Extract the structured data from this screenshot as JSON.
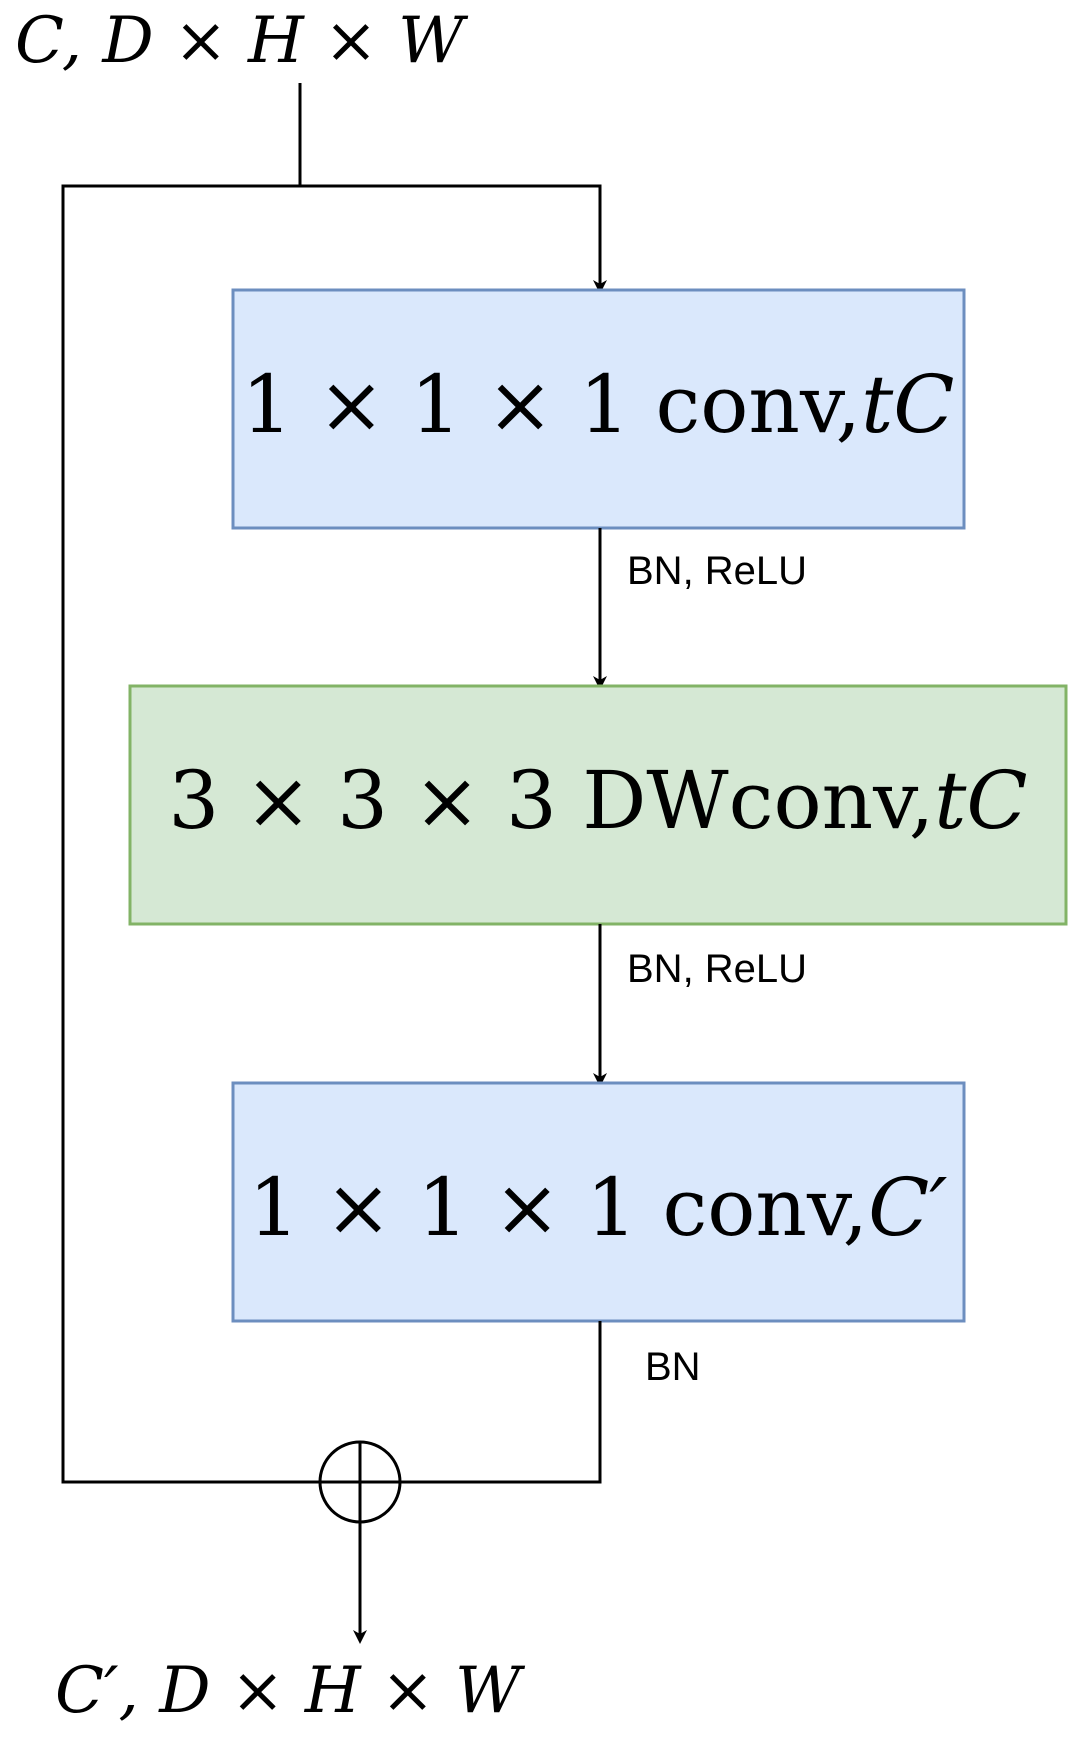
{
  "diagram": {
    "input_label": "C, D × H × W",
    "output_label": "C′, D × H × W",
    "blocks": [
      {
        "label": "1 × 1 × 1 conv,",
        "channels": "tC",
        "fill": "#dae8fc",
        "stroke": "#6c8ebf"
      },
      {
        "label": "3 × 3 × 3 DWconv,",
        "channels": "tC",
        "fill": "#d5e8d4",
        "stroke": "#82b366"
      },
      {
        "label": "1 × 1 × 1 conv,",
        "channels": "C′",
        "fill": "#dae8fc",
        "stroke": "#6c8ebf"
      }
    ],
    "edge_labels": [
      "BN, ReLU",
      "BN, ReLU",
      "BN"
    ],
    "add_symbol": "⊕",
    "line_color": "#000000"
  }
}
